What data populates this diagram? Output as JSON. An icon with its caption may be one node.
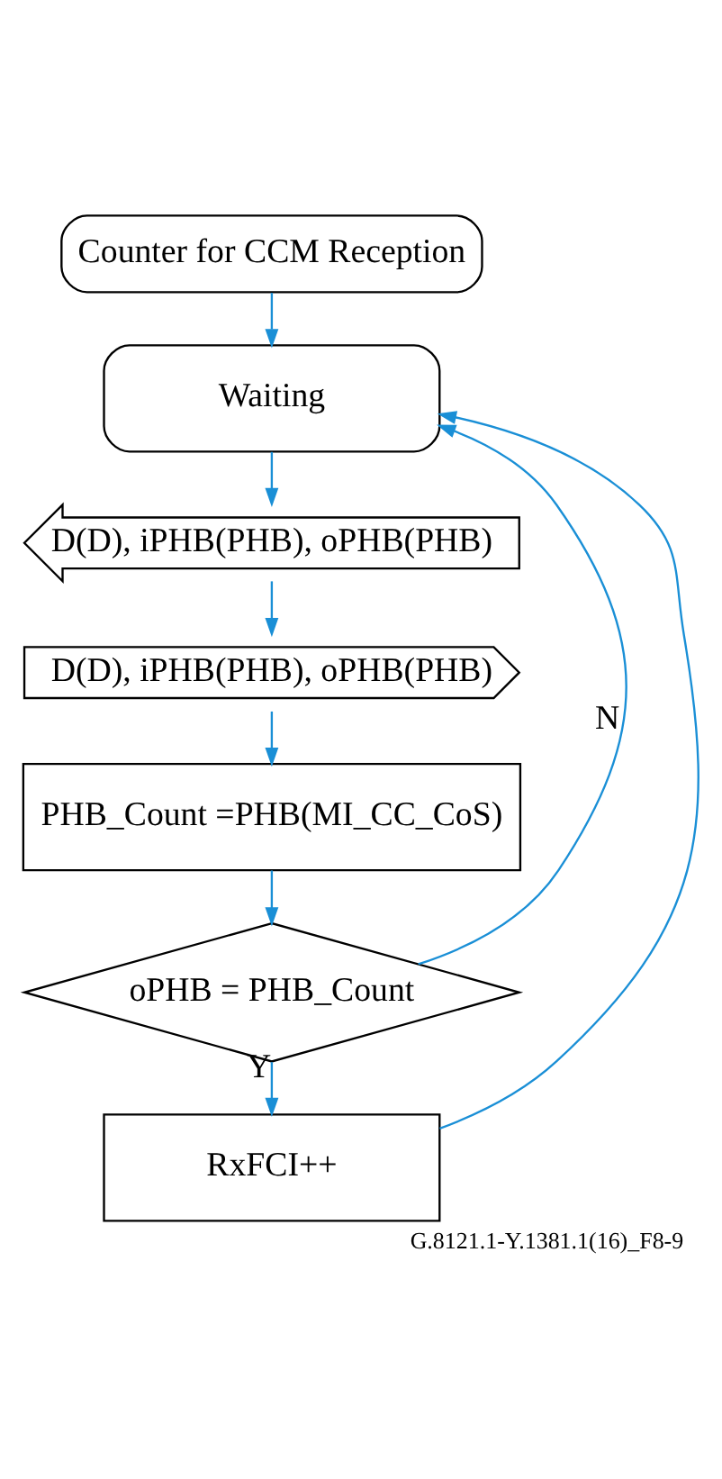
{
  "diagram": {
    "caption": "G.8121.1-Y.1381.1(16)_F8-9",
    "nodes": [
      {
        "text": [
          "Counter for CCM Reception"
        ]
      },
      {
        "text": [
          "Waiting"
        ]
      },
      {
        "text": [
          "D(D), iPHB(PHB), oPHB(PHB)"
        ]
      },
      {
        "text": [
          "D(D), iPHB(PHB), oPHB(PHB)"
        ]
      },
      {
        "text": [
          "PHB_Count =PHB(MI_CC_CoS)"
        ]
      },
      {
        "text": [
          "oPHB = PHB_Count"
        ]
      },
      {
        "text": [
          "RxFCI++"
        ]
      }
    ],
    "edges": [
      {
        "from": 0,
        "to": 1,
        "arrow": "to"
      },
      {
        "from": 1,
        "to": 2,
        "arrow": "to"
      },
      {
        "from": 2,
        "to": 3,
        "arrow": "to"
      },
      {
        "from": 3,
        "to": 4,
        "arrow": "to"
      },
      {
        "from": 4,
        "to": 5,
        "arrow": "to"
      },
      {
        "from": 5,
        "to": 6,
        "arrow": "to",
        "label": "Y"
      },
      {
        "from": 5,
        "to": 1,
        "arrow": "to",
        "label": "N"
      },
      {
        "from": 6,
        "to": 1,
        "arrow": "to"
      }
    ]
  }
}
